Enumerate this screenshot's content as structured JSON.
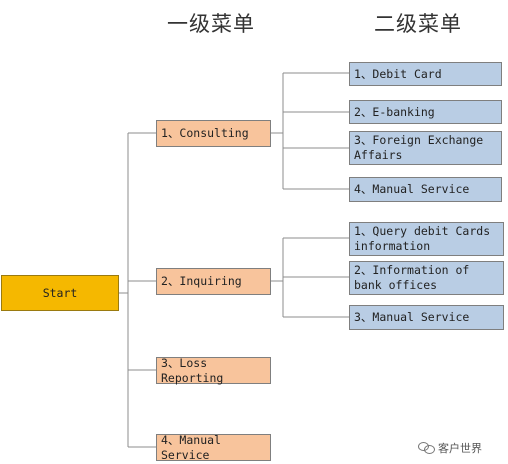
{
  "headings": {
    "level1": "一级菜单",
    "level2": "二级菜单"
  },
  "root": {
    "label": "Start"
  },
  "level1": [
    {
      "label": "1、Consulting"
    },
    {
      "label": "2、Inquiring"
    },
    {
      "label": "3、Loss Reporting"
    },
    {
      "label": "4、Manual Service"
    }
  ],
  "consulting_children": [
    {
      "label": "1、Debit Card"
    },
    {
      "label": "2、E-banking"
    },
    {
      "label": "3、Foreign Exchange Affairs"
    },
    {
      "label": "4、Manual Service"
    }
  ],
  "inquiring_children": [
    {
      "label": "1、Query debit Cards information"
    },
    {
      "label": "2、Information of bank offices"
    },
    {
      "label": "3、Manual Service"
    }
  ],
  "watermark": {
    "text": "客户世界"
  },
  "colors": {
    "root_fill": "#f5b800",
    "level1_fill": "#f8c49c",
    "level2_fill": "#b9cde4",
    "connector": "#8c8c8c"
  }
}
